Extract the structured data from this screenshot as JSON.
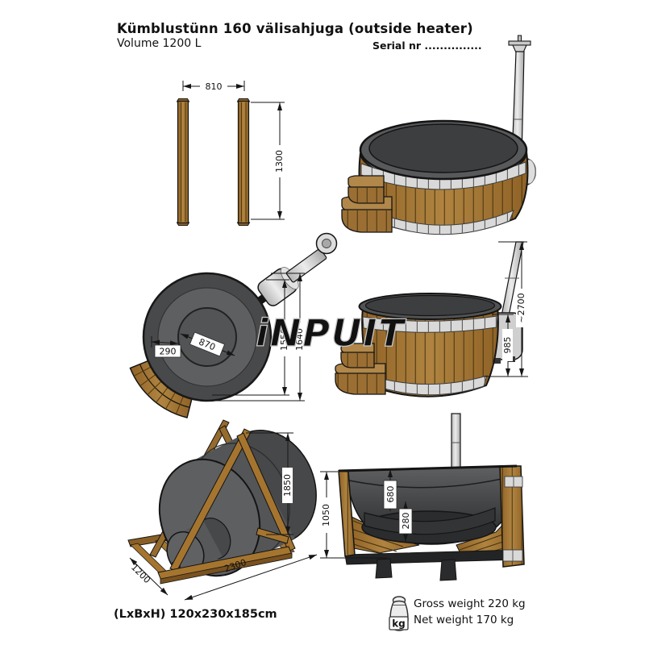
{
  "header": {
    "title": "Kümblustünn 160 välisahjuga (outside heater)",
    "volume": "Volume 1200 L",
    "serial": "Serial nr ..............."
  },
  "watermark": "iNPUIT",
  "views": {
    "staves": {
      "width": "810",
      "height": "1300"
    },
    "top_view": {
      "seat_width": "290",
      "inner_diameter": "870",
      "tub_diameter": "1550",
      "overall_diameter": "1640"
    },
    "side_view": {
      "overall_height": "~2700",
      "tub_height": "985"
    },
    "package_view": {
      "height": "1850",
      "length": "2300",
      "width": "1200"
    },
    "section_view": {
      "overall_height": "1050",
      "depth_to_seat": "680",
      "seat_height": "280"
    }
  },
  "footer": {
    "size_label": "(LxBxH) 120x230x185cm",
    "kg_icon_label": "kg",
    "gross_weight": "Gross weight 220 kg",
    "net_weight": "Net weight 170 kg"
  },
  "colors": {
    "wood": "#a5752f",
    "wood_dark": "#8a5f26",
    "liner_gray": "#48494b",
    "metal_gray": "#d6d6d6",
    "band_gray": "#d9d9d9",
    "outline": "#141414",
    "watermark_gray": "#c7c7c7"
  }
}
